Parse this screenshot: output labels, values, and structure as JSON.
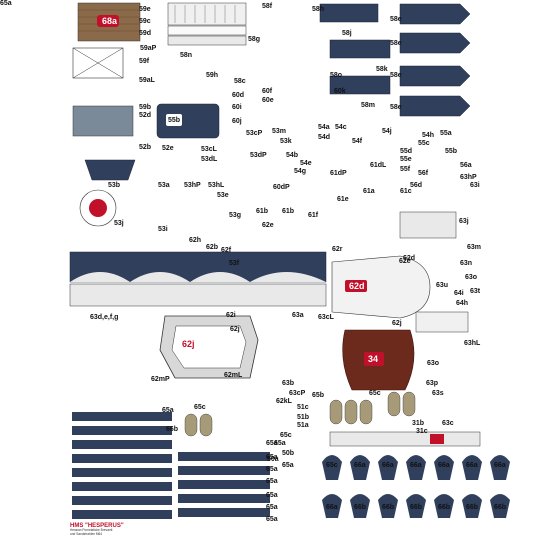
{
  "title": "HMS \"HESPERUS\"",
  "subtitle_lines": [
    "Hessian Pomelaticke Brevanti",
    "und Sandstrahlen M64"
  ],
  "colors": {
    "navy": "#2f3f5c",
    "wood": "#8a6a48",
    "deck": "#e9e9e9",
    "red": "#c0102a",
    "brown": "#6b2a1c",
    "khaki": "#a79a78",
    "steel": "#7b8a99"
  },
  "inner_labels": {
    "l68a": "68a",
    "l55b": "55b",
    "l62d": "62d",
    "l62j": "62j",
    "l34": "34"
  },
  "part_labels": [
    "59e",
    "59c",
    "59d",
    "58f",
    "58h",
    "58e",
    "58g",
    "58j",
    "58e",
    "59aP",
    "58n",
    "59f",
    "58o",
    "58k",
    "59aL",
    "58e",
    "59h",
    "58c",
    "60d",
    "60f",
    "60k",
    "58m",
    "58e",
    "59b",
    "52d",
    "60e",
    "60i",
    "60j",
    "54a",
    "54c",
    "52b",
    "52e",
    "53cP",
    "53m",
    "54d",
    "53k",
    "54j",
    "55a",
    "54h",
    "54f",
    "55c",
    "55b",
    "53cL",
    "53dL",
    "53dP",
    "54b",
    "54e",
    "54g",
    "56a",
    "53b",
    "53a",
    "53hP",
    "53hL",
    "56f",
    "60dP",
    "61dP",
    "61dL",
    "55d",
    "55e",
    "55f",
    "56d",
    "63hP",
    "63i",
    "61a",
    "61c",
    "53e",
    "53g",
    "61e",
    "61f",
    "63j",
    "61b",
    "61b",
    "53j",
    "53i",
    "62h",
    "62e",
    "62b",
    "62f",
    "62r",
    "63m",
    "53f",
    "62e",
    "63n",
    "63o",
    "63t",
    "62d",
    "63u",
    "64i",
    "64h",
    "63d,e,f,g",
    "63a",
    "63cL",
    "62i",
    "62j",
    "62j",
    "63hL",
    "63o",
    "62mP",
    "62mL",
    "65c",
    "63p",
    "63s",
    "63b",
    "63cP",
    "62kL",
    "65b",
    "65a",
    "65c",
    "51c",
    "51b",
    "51a",
    "31b",
    "31c",
    "63c",
    "65c",
    "65a",
    "50b",
    "50a",
    "65a",
    "65c",
    "66a",
    "66a",
    "66a",
    "66a",
    "66a",
    "66a",
    "66a",
    "66b",
    "66b",
    "66b",
    "66b",
    "66b",
    "66b",
    "66b",
    "65a",
    "65a",
    "65a",
    "65a",
    "65a",
    "65a",
    "65a",
    "65a"
  ]
}
